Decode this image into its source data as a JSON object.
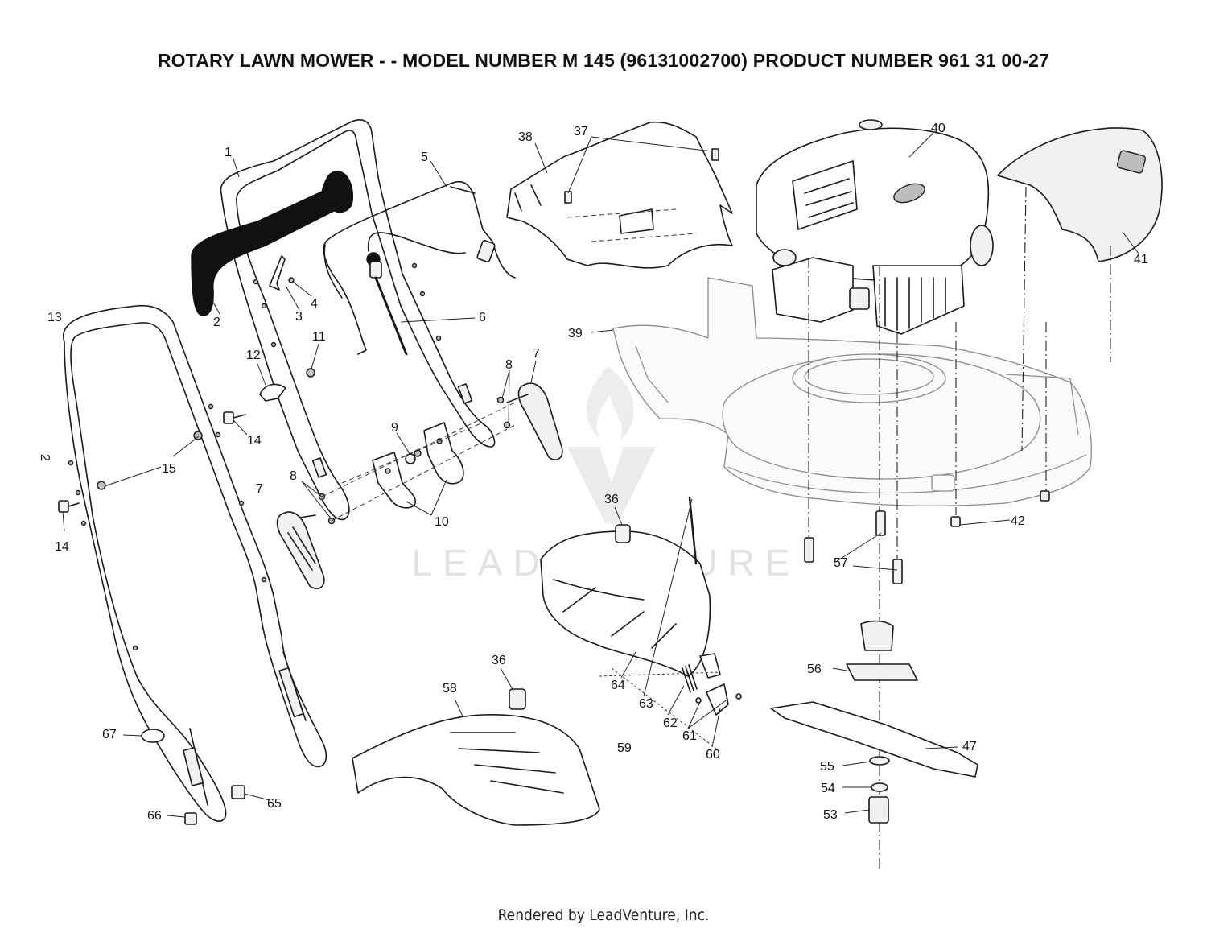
{
  "title": "ROTARY LAWN MOWER - - MODEL NUMBER  M 145  (96131002700) PRODUCT NUMBER 961 31 00-27",
  "footer": "Rendered by LeadVenture, Inc.",
  "watermark": "LEADVENTURE",
  "page_marker": "2",
  "callouts": {
    "c1": "1",
    "c2": "2",
    "c3": "3",
    "c4": "4",
    "c5": "5",
    "c6": "6",
    "c7a": "7",
    "c7b": "7",
    "c8a": "8",
    "c8b": "8",
    "c9": "9",
    "c10": "10",
    "c11": "11",
    "c12": "12",
    "c13": "13",
    "c14a": "14",
    "c14b": "14",
    "c15": "15",
    "c36a": "36",
    "c36b": "36",
    "c37": "37",
    "c38": "38",
    "c39": "39",
    "c40": "40",
    "c41": "41",
    "c42": "42",
    "c47": "47",
    "c53": "53",
    "c54": "54",
    "c55": "55",
    "c56": "56",
    "c57": "57",
    "c58": "58",
    "c59": "59",
    "c60": "60",
    "c61": "61",
    "c62": "62",
    "c63": "63",
    "c64": "64",
    "c65": "65",
    "c66": "66",
    "c67": "67"
  }
}
